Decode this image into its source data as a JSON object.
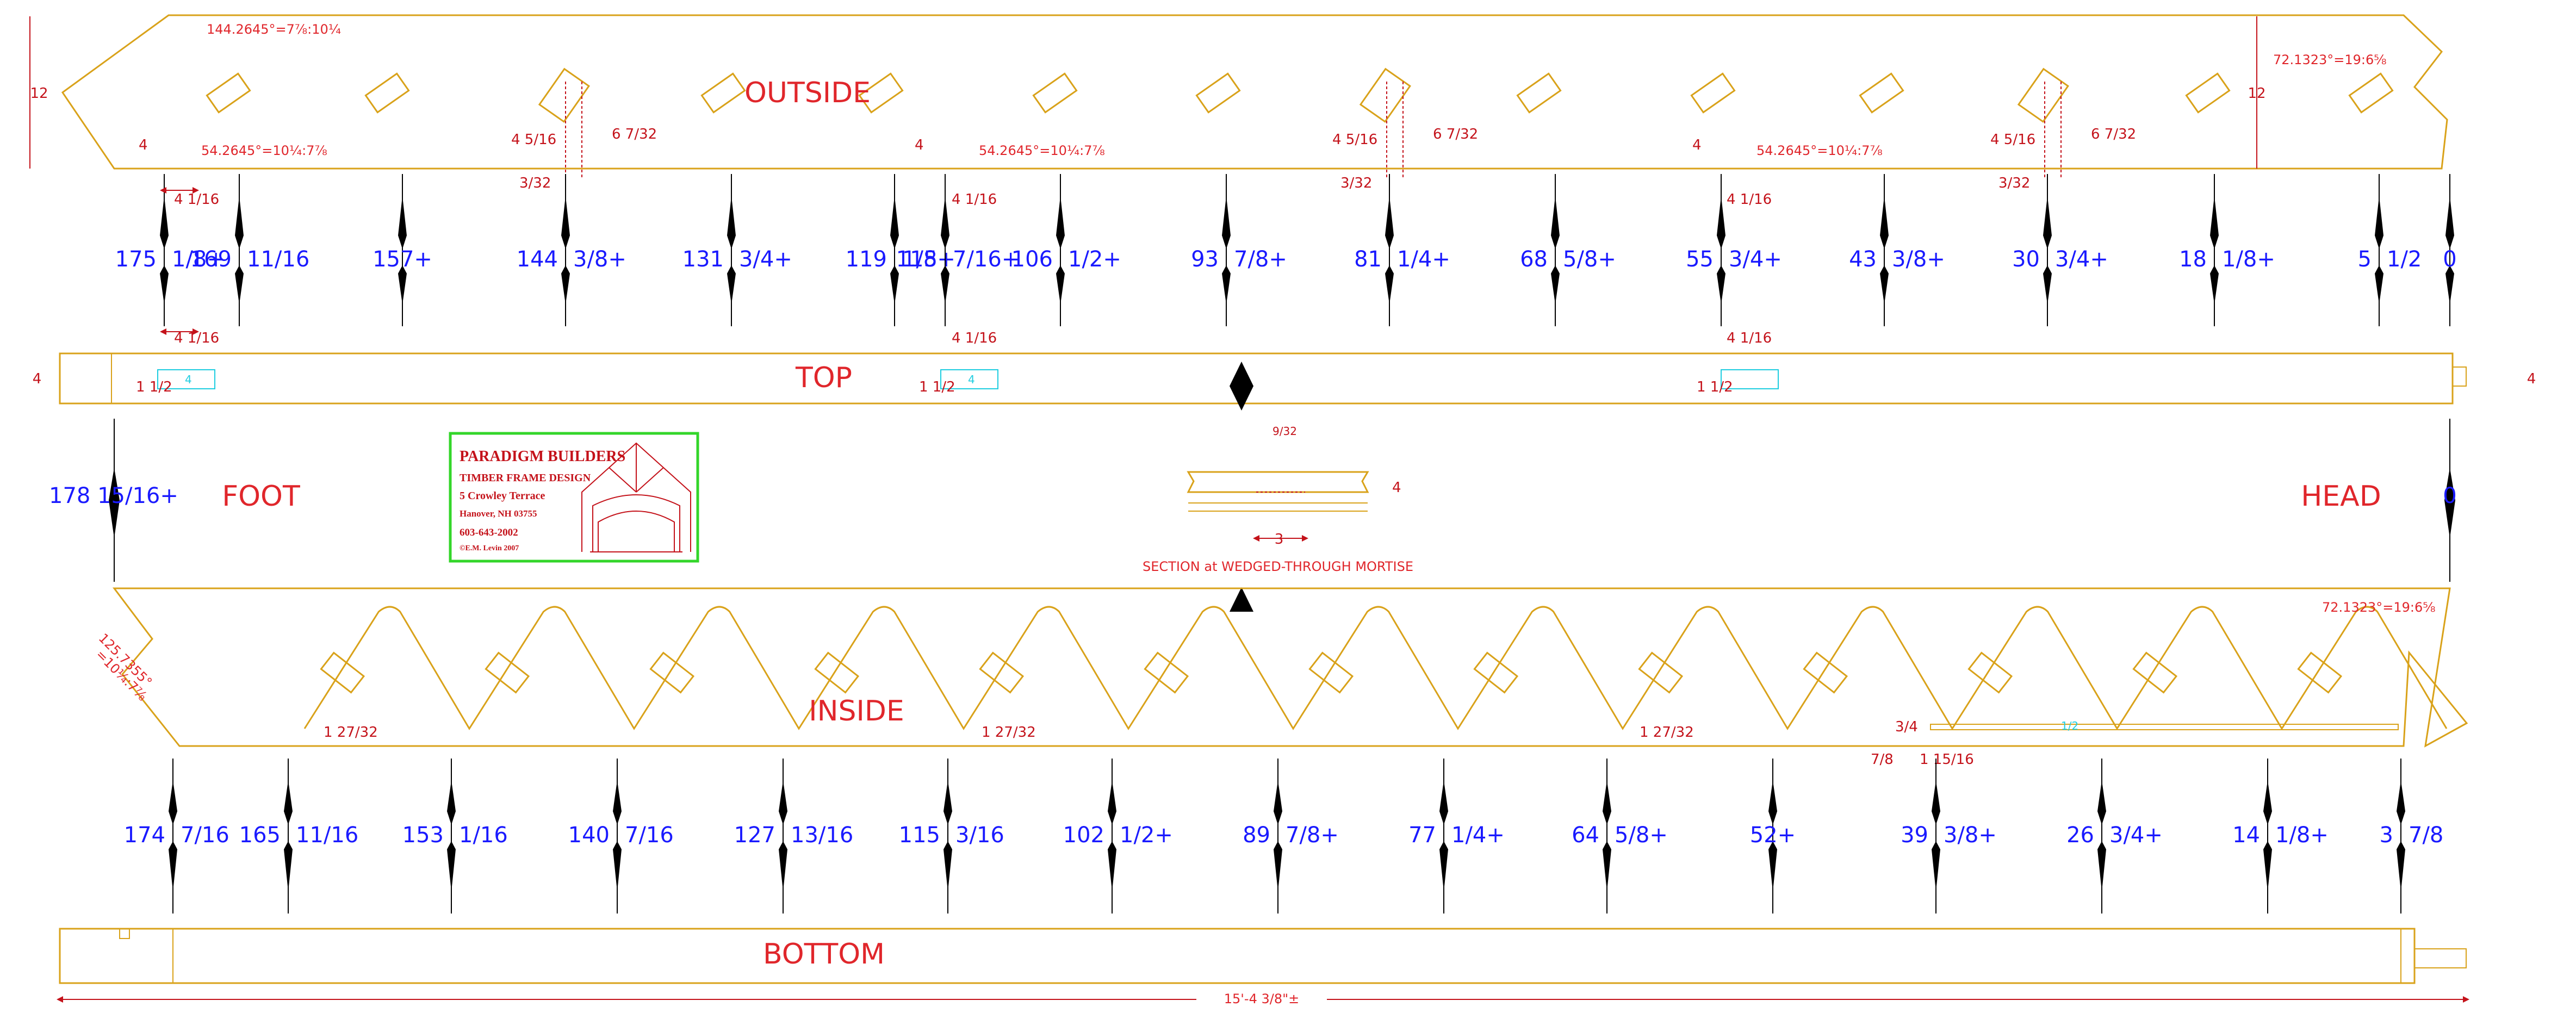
{
  "faces": {
    "outside": "OUTSIDE",
    "top": "TOP",
    "inside": "INSIDE",
    "bottom": "BOTTOM"
  },
  "ends": {
    "foot": "FOOT",
    "head": "HEAD"
  },
  "outside_stations": [
    "175 1/8+",
    "169 11/16",
    "157+",
    "144 3/8+",
    "131 3/4+",
    "119 1/8+",
    "115 7/16+",
    "106 1/2+",
    "93 7/8+",
    "81 1/4+",
    "68 5/8+",
    "55 3/4+",
    "43 3/8+",
    "30 3/4+",
    "18 1/8+",
    "5 1/2",
    "0"
  ],
  "top_stations": {
    "foot": "178 15/16+",
    "head": "0"
  },
  "inside_stations": [
    "174 7/16",
    "165 11/16",
    "153 1/16",
    "140 7/16",
    "127 13/16",
    "115 3/16",
    "102 1/2+",
    "89 7/8+",
    "77 1/4+",
    "64 5/8+",
    "52+",
    "39 3/8+",
    "26 3/4+",
    "14 1/8+",
    "3 7/8"
  ],
  "angles": {
    "top_left": "144.2645°=7⅞:10¼",
    "brace_1": "54.2645°=10¼:7⅞",
    "brace_2": "54.2645°=10¼:7⅞",
    "brace_3": "54.2645°=10¼:7⅞",
    "head_outside": "72.1323°=19:6⅝",
    "head_inside": "72.1323°=19:6⅝",
    "foot_inside_a": "125.7355°",
    "foot_inside_b": "=10¼:7⅞"
  },
  "dims": {
    "outside_height": "12",
    "outside_height_head": "12",
    "brace_low": "4",
    "foot_tick": "4",
    "top_depth": "4",
    "head_depth": "4",
    "overall_length": "15'-4 3/8\"±",
    "section_width": "3",
    "section_top": "9/32",
    "frac_1": "4 1/16",
    "frac_2": "1 1/2",
    "frac_3": "3/32",
    "frac_4": "6 7/32",
    "frac_5": "4 5/16",
    "frac_6": "1 27/32",
    "frac_7": "3/4",
    "frac_8": "7/8",
    "frac_9": "1 15/16",
    "peg": "1/2"
  },
  "top_marks": [
    "4",
    "4"
  ],
  "title_block": {
    "company": "PARADIGM BUILDERS",
    "service": "TIMBER FRAME DESIGN",
    "address1": "5 Crowley Terrace",
    "address2": "Hanover, NH   03755",
    "phone": "603-643-2002",
    "copyright": "©E.M. Levin 2007"
  },
  "section_title": "SECTION at WEDGED-THROUGH MORTISE",
  "colors": {
    "timber": "#d9a21a",
    "dimension": "#c4121a",
    "station": "#1a1aff",
    "face_label": "#e0262b",
    "title_border": "#33d62a",
    "cyan": "#1ecde0"
  }
}
